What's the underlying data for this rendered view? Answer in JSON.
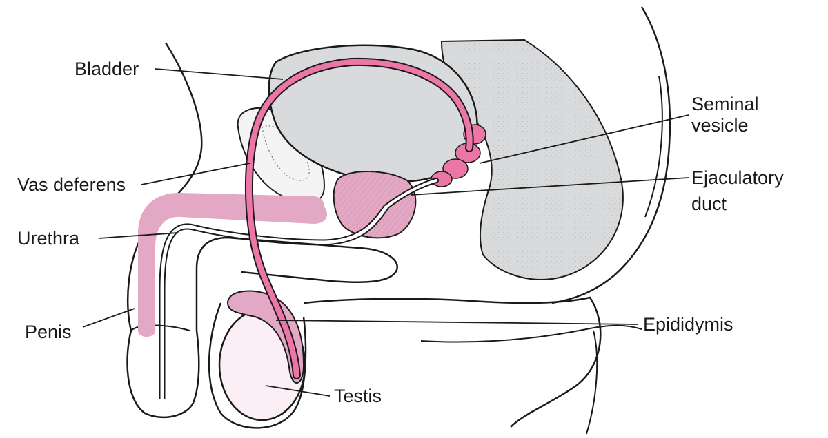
{
  "labels": {
    "bladder": "Bladder",
    "vas_deferens": "Vas deferens",
    "urethra": "Urethra",
    "penis": "Penis",
    "seminal_vesicle_line1": "Seminal",
    "seminal_vesicle_line2": "vesicle",
    "ejaculatory_duct_line1": "Ejaculatory",
    "ejaculatory_duct_line2": "duct",
    "epididymis": "Epididymis",
    "testis": "Testis"
  },
  "colors": {
    "outline": "#1a1a1a",
    "gray_fill": "#d9dadb",
    "pink_deep": "#ec77a6",
    "pink_mid": "#e3a8c3",
    "pink_light": "#f7dde9",
    "pink_pale": "#fbeef4"
  }
}
